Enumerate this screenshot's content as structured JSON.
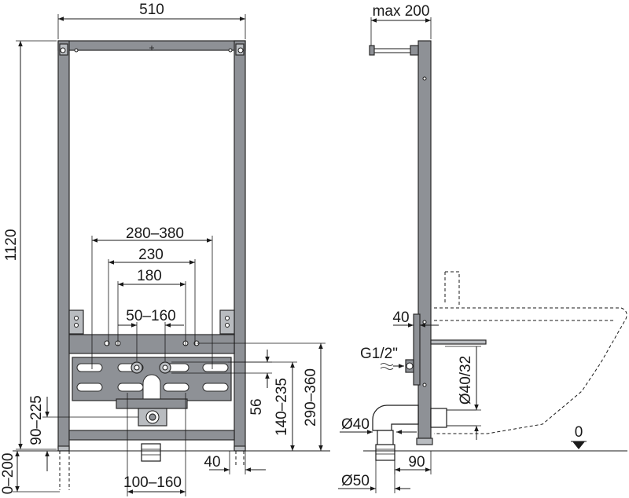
{
  "front_view": {
    "frame_width": "510",
    "frame_height": "1120",
    "axis_spacing_max": "280–380",
    "axis_spacing_mid": "230",
    "axis_spacing_min": "180",
    "water_outlet_spacing": "50–160",
    "outlet_height_small": "56",
    "outlet_height_range": "140–235",
    "top_bar_height": "290–360",
    "waste_height": "90–225",
    "leg_height": "0–200",
    "foot_offset": "40",
    "waste_width": "100–160"
  },
  "side_view": {
    "max_depth": "max 200",
    "water_connection": "G1/2\"",
    "bracket_offset": "40",
    "outlet_diameter": "Ø40/32",
    "waste_diameter": "Ø40",
    "drain_diameter": "Ø50",
    "floor_offset": "90",
    "floor_level": "0"
  }
}
